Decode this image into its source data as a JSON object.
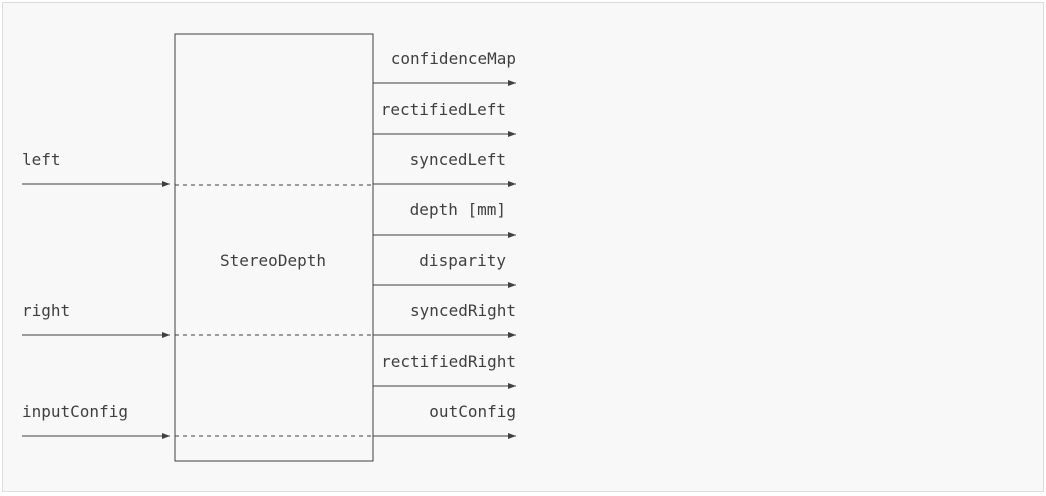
{
  "node": {
    "name": "StereoDepth"
  },
  "inputs": [
    {
      "label": "left"
    },
    {
      "label": "right"
    },
    {
      "label": "inputConfig"
    }
  ],
  "outputs": [
    {
      "label": "confidenceMap"
    },
    {
      "label": "rectifiedLeft"
    },
    {
      "label": "syncedLeft"
    },
    {
      "label": "depth [mm]"
    },
    {
      "label": "disparity"
    },
    {
      "label": "syncedRight"
    },
    {
      "label": "rectifiedRight"
    },
    {
      "label": "outConfig"
    }
  ],
  "colors": {
    "background": "#f8f8f8",
    "border": "#dddddd",
    "line": "#404040",
    "text": "#404040"
  }
}
